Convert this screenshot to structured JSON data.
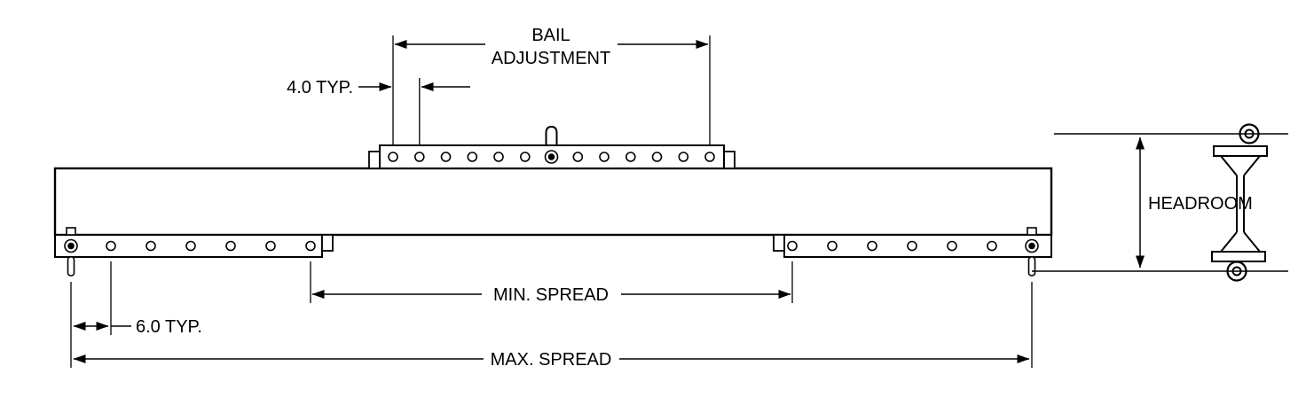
{
  "diagram": {
    "type": "engineering-dimension-drawing",
    "subject": "Adjustable spreader lifting beam, side elevation",
    "colors": {
      "line": "#000000",
      "text": "#000000",
      "background": "#ffffff"
    },
    "labels": {
      "bail_line1": "BAIL",
      "bail_line2": "ADJUSTMENT",
      "top_hole_spacing": "4.0 TYP.",
      "headroom": "HEADROOM",
      "min_spread": "MIN. SPREAD",
      "bottom_hole_spacing": "6.0 TYP.",
      "max_spread": "MAX. SPREAD"
    },
    "features": {
      "top_plate_holes": 13,
      "bottom_plate_holes_per_side": 7,
      "lifting_pins": 2,
      "center_bail_pin": 1
    }
  }
}
